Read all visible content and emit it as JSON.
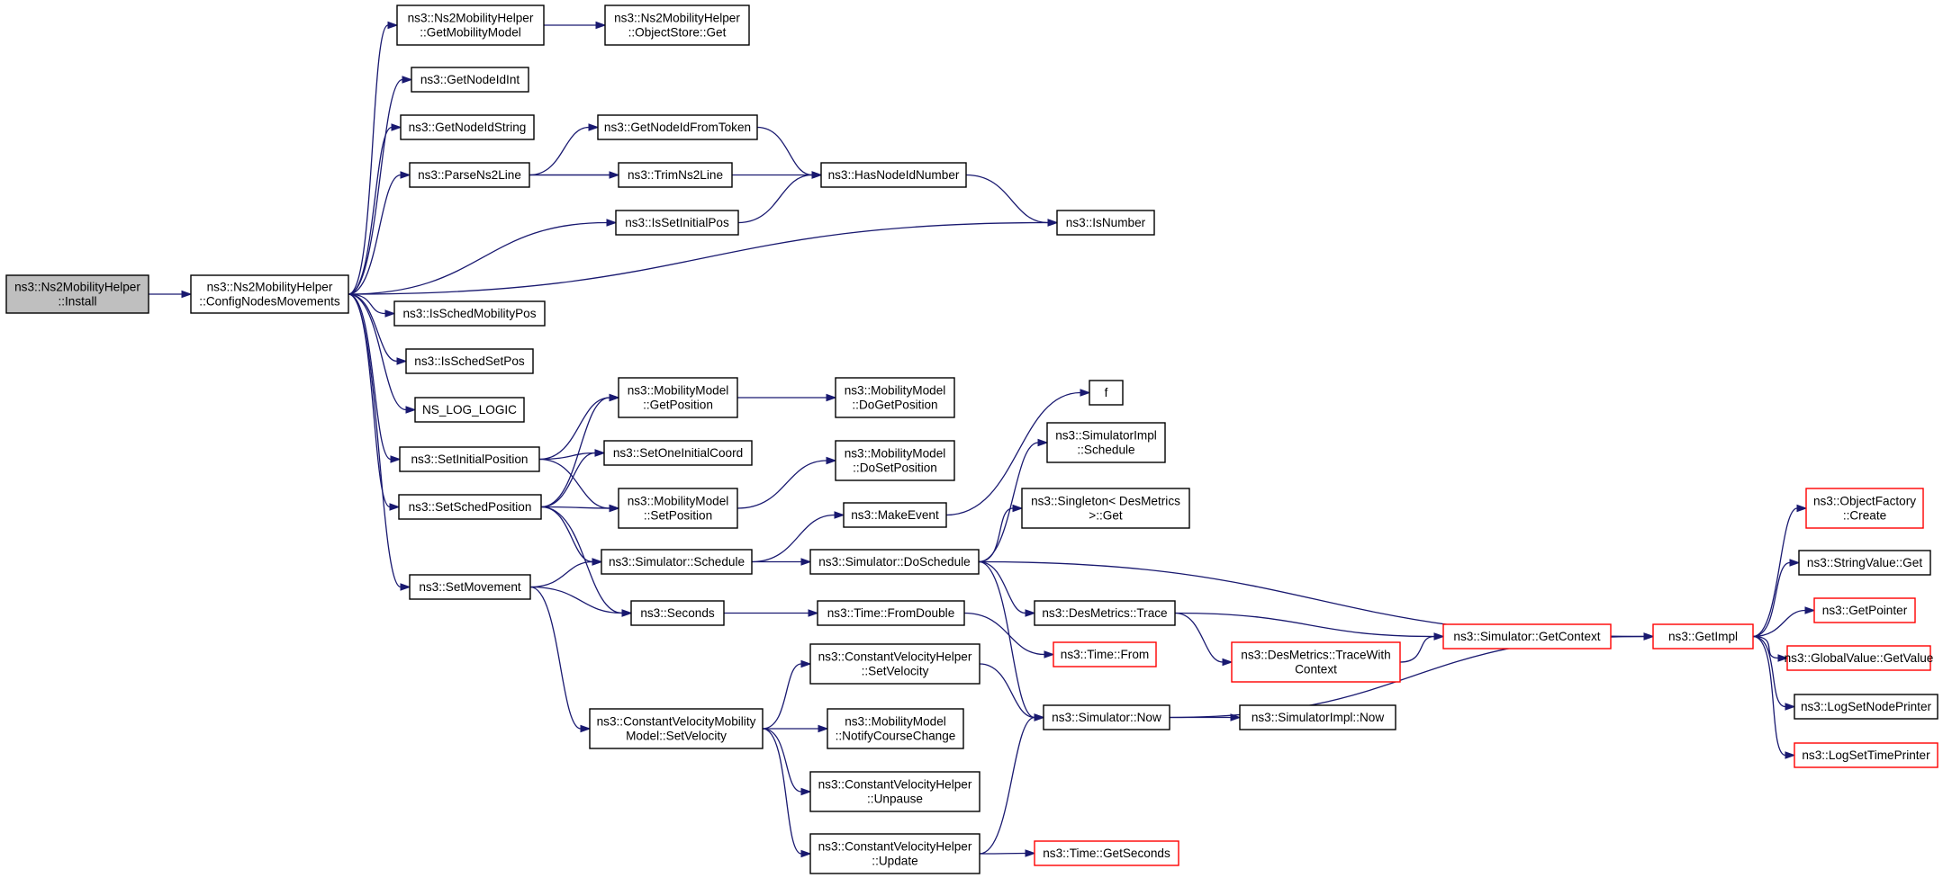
{
  "colors": {
    "edge": "#191970",
    "border_default": "#000000",
    "border_truncated": "#ff0000",
    "fill_root": "#bfbfbf",
    "fill_default": "#ffffff"
  },
  "graph": {
    "nodes": [
      {
        "id": "install",
        "kind": "root",
        "lines": [
          "ns3::Ns2MobilityHelper",
          "::Install"
        ]
      },
      {
        "id": "config",
        "kind": "normal",
        "lines": [
          "ns3::Ns2MobilityHelper",
          "::ConfigNodesMovements"
        ]
      },
      {
        "id": "getmob",
        "kind": "normal",
        "lines": [
          "ns3::Ns2MobilityHelper",
          "::GetMobilityModel"
        ]
      },
      {
        "id": "objstore",
        "kind": "normal",
        "lines": [
          "ns3::Ns2MobilityHelper",
          "::ObjectStore::Get"
        ]
      },
      {
        "id": "getint",
        "kind": "normal",
        "lines": [
          "ns3::GetNodeIdInt"
        ]
      },
      {
        "id": "getstr",
        "kind": "normal",
        "lines": [
          "ns3::GetNodeIdString"
        ]
      },
      {
        "id": "fromtoken",
        "kind": "normal",
        "lines": [
          "ns3::GetNodeIdFromToken"
        ]
      },
      {
        "id": "parse",
        "kind": "normal",
        "lines": [
          "ns3::ParseNs2Line"
        ]
      },
      {
        "id": "trim",
        "kind": "normal",
        "lines": [
          "ns3::TrimNs2Line"
        ]
      },
      {
        "id": "hasnode",
        "kind": "normal",
        "lines": [
          "ns3::HasNodeIdNumber"
        ]
      },
      {
        "id": "isinit",
        "kind": "normal",
        "lines": [
          "ns3::IsSetInitialPos"
        ]
      },
      {
        "id": "isnum",
        "kind": "normal",
        "lines": [
          "ns3::IsNumber"
        ]
      },
      {
        "id": "issched",
        "kind": "normal",
        "lines": [
          "ns3::IsSchedMobilityPos"
        ]
      },
      {
        "id": "isschedset",
        "kind": "normal",
        "lines": [
          "ns3::IsSchedSetPos"
        ]
      },
      {
        "id": "nslog",
        "kind": "normal",
        "lines": [
          "NS_LOG_LOGIC"
        ]
      },
      {
        "id": "getpos",
        "kind": "normal",
        "lines": [
          "ns3::MobilityModel",
          "::GetPosition"
        ]
      },
      {
        "id": "dogetpos",
        "kind": "normal",
        "lines": [
          "ns3::MobilityModel",
          "::DoGetPosition"
        ]
      },
      {
        "id": "f",
        "kind": "normal",
        "lines": [
          "f"
        ]
      },
      {
        "id": "setinit",
        "kind": "normal",
        "lines": [
          "ns3::SetInitialPosition"
        ]
      },
      {
        "id": "setone",
        "kind": "normal",
        "lines": [
          "ns3::SetOneInitialCoord"
        ]
      },
      {
        "id": "simimplsched",
        "kind": "normal",
        "lines": [
          "ns3::SimulatorImpl",
          "::Schedule"
        ]
      },
      {
        "id": "dosetpos",
        "kind": "normal",
        "lines": [
          "ns3::MobilityModel",
          "::DoSetPosition"
        ]
      },
      {
        "id": "setsched",
        "kind": "normal",
        "lines": [
          "ns3::SetSchedPosition"
        ]
      },
      {
        "id": "setpos",
        "kind": "normal",
        "lines": [
          "ns3::MobilityModel",
          "::SetPosition"
        ]
      },
      {
        "id": "singleton",
        "kind": "normal",
        "lines": [
          "ns3::Singleton< DesMetrics",
          " >::Get"
        ]
      },
      {
        "id": "makeevent",
        "kind": "normal",
        "lines": [
          "ns3::MakeEvent"
        ]
      },
      {
        "id": "objfactory",
        "kind": "truncated",
        "lines": [
          "ns3::ObjectFactory",
          "::Create"
        ]
      },
      {
        "id": "simsched",
        "kind": "normal",
        "lines": [
          "ns3::Simulator::Schedule"
        ]
      },
      {
        "id": "dosched",
        "kind": "normal",
        "lines": [
          "ns3::Simulator::DoSchedule"
        ]
      },
      {
        "id": "strval",
        "kind": "normal",
        "lines": [
          "ns3::StringValue::Get"
        ]
      },
      {
        "id": "setmove",
        "kind": "normal",
        "lines": [
          "ns3::SetMovement"
        ]
      },
      {
        "id": "dmtrace",
        "kind": "normal",
        "lines": [
          "ns3::DesMetrics::Trace"
        ]
      },
      {
        "id": "seconds",
        "kind": "normal",
        "lines": [
          "ns3::Seconds"
        ]
      },
      {
        "id": "fromdouble",
        "kind": "normal",
        "lines": [
          "ns3::Time::FromDouble"
        ]
      },
      {
        "id": "getpointer",
        "kind": "truncated",
        "lines": [
          "ns3::GetPointer"
        ]
      },
      {
        "id": "getctx",
        "kind": "truncated",
        "lines": [
          "ns3::Simulator::GetContext"
        ]
      },
      {
        "id": "getimpl",
        "kind": "truncated",
        "lines": [
          "ns3::GetImpl"
        ]
      },
      {
        "id": "timefrom",
        "kind": "truncated",
        "lines": [
          "ns3::Time::From"
        ]
      },
      {
        "id": "tracewith",
        "kind": "truncated",
        "lines": [
          "ns3::DesMetrics::TraceWith",
          "Context"
        ]
      },
      {
        "id": "globval",
        "kind": "truncated",
        "lines": [
          "ns3::GlobalValue::GetValue"
        ]
      },
      {
        "id": "cvhsetvel",
        "kind": "normal",
        "lines": [
          "ns3::ConstantVelocityHelper",
          "::SetVelocity"
        ]
      },
      {
        "id": "cvmsetvel",
        "kind": "normal",
        "lines": [
          "ns3::ConstantVelocityMobility",
          "Model::SetVelocity"
        ]
      },
      {
        "id": "notify",
        "kind": "normal",
        "lines": [
          "ns3::MobilityModel",
          "::NotifyCourseChange"
        ]
      },
      {
        "id": "simnow",
        "kind": "normal",
        "lines": [
          "ns3::Simulator::Now"
        ]
      },
      {
        "id": "simimplnow",
        "kind": "normal",
        "lines": [
          "ns3::SimulatorImpl::Now"
        ]
      },
      {
        "id": "lognode",
        "kind": "normal",
        "lines": [
          "ns3::LogSetNodePrinter"
        ]
      },
      {
        "id": "logtime",
        "kind": "truncated",
        "lines": [
          "ns3::LogSetTimePrinter"
        ]
      },
      {
        "id": "unpause",
        "kind": "normal",
        "lines": [
          "ns3::ConstantVelocityHelper",
          "::Unpause"
        ]
      },
      {
        "id": "update",
        "kind": "normal",
        "lines": [
          "ns3::ConstantVelocityHelper",
          "::Update"
        ]
      },
      {
        "id": "getsecs",
        "kind": "truncated",
        "lines": [
          "ns3::Time::GetSeconds"
        ]
      }
    ],
    "edges": [
      [
        "install",
        "config"
      ],
      [
        "config",
        "getmob"
      ],
      [
        "getmob",
        "objstore"
      ],
      [
        "config",
        "getint"
      ],
      [
        "config",
        "getstr"
      ],
      [
        "config",
        "parse"
      ],
      [
        "parse",
        "fromtoken"
      ],
      [
        "parse",
        "trim"
      ],
      [
        "parse",
        "hasnode"
      ],
      [
        "fromtoken",
        "hasnode"
      ],
      [
        "config",
        "isinit"
      ],
      [
        "isinit",
        "hasnode"
      ],
      [
        "hasnode",
        "isnum"
      ],
      [
        "config",
        "isnum"
      ],
      [
        "config",
        "issched"
      ],
      [
        "config",
        "isschedset"
      ],
      [
        "config",
        "nslog"
      ],
      [
        "config",
        "setinit"
      ],
      [
        "config",
        "setsched"
      ],
      [
        "config",
        "setmove"
      ],
      [
        "setinit",
        "getpos"
      ],
      [
        "setinit",
        "setone"
      ],
      [
        "setinit",
        "setpos"
      ],
      [
        "setsched",
        "getpos"
      ],
      [
        "setsched",
        "setone"
      ],
      [
        "setsched",
        "setpos"
      ],
      [
        "setsched",
        "simsched"
      ],
      [
        "setsched",
        "seconds"
      ],
      [
        "getpos",
        "dogetpos"
      ],
      [
        "setpos",
        "dosetpos"
      ],
      [
        "setmove",
        "simsched"
      ],
      [
        "setmove",
        "seconds"
      ],
      [
        "setmove",
        "cvmsetvel"
      ],
      [
        "simsched",
        "makeevent"
      ],
      [
        "simsched",
        "dosched"
      ],
      [
        "makeevent",
        "f"
      ],
      [
        "dosched",
        "simimplsched"
      ],
      [
        "dosched",
        "singleton"
      ],
      [
        "dosched",
        "getimpl"
      ],
      [
        "dosched",
        "dmtrace"
      ],
      [
        "dosched",
        "simnow"
      ],
      [
        "dmtrace",
        "getctx"
      ],
      [
        "dmtrace",
        "tracewith"
      ],
      [
        "tracewith",
        "getctx"
      ],
      [
        "getctx",
        "getimpl"
      ],
      [
        "seconds",
        "fromdouble"
      ],
      [
        "fromdouble",
        "timefrom"
      ],
      [
        "cvmsetvel",
        "cvhsetvel"
      ],
      [
        "cvmsetvel",
        "notify"
      ],
      [
        "cvmsetvel",
        "unpause"
      ],
      [
        "cvmsetvel",
        "update"
      ],
      [
        "cvhsetvel",
        "simnow"
      ],
      [
        "update",
        "simnow"
      ],
      [
        "update",
        "getsecs"
      ],
      [
        "simnow",
        "simimplnow"
      ],
      [
        "simnow",
        "getimpl"
      ],
      [
        "getimpl",
        "objfactory"
      ],
      [
        "getimpl",
        "strval"
      ],
      [
        "getimpl",
        "getpointer"
      ],
      [
        "getimpl",
        "globval"
      ],
      [
        "getimpl",
        "lognode"
      ],
      [
        "getimpl",
        "logtime"
      ]
    ]
  }
}
